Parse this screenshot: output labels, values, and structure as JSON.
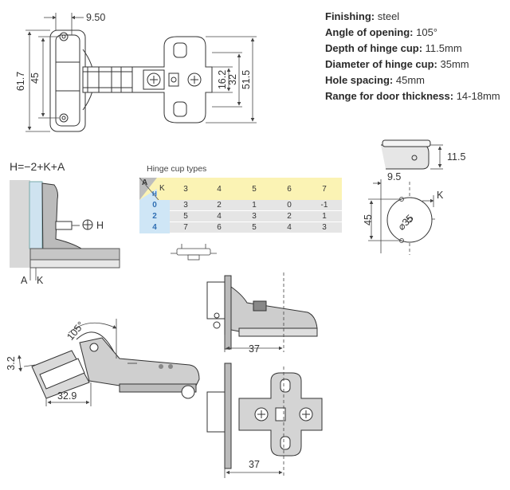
{
  "specs": {
    "finishing": {
      "label": "Finishing:",
      "value": "steel"
    },
    "angle": {
      "label": "Angle of opening:",
      "value": "105°"
    },
    "depth": {
      "label": "Depth of hinge cup:",
      "value": "11.5mm"
    },
    "diameter": {
      "label": "Diameter of hinge cup:",
      "value": "35mm"
    },
    "hole_spacing": {
      "label": "Hole spacing:",
      "value": "45mm"
    },
    "range": {
      "label": "Range for door thickness:",
      "value": "14-18mm"
    }
  },
  "top_drawing": {
    "width_top": "9.50",
    "height_left": "61.7",
    "hole_pitch": "45",
    "right_a": "16.2",
    "right_b": "32",
    "right_c": "51.5"
  },
  "formula": "H=−2+K+A",
  "side_labels": {
    "h": "H",
    "a": "A",
    "k": "K"
  },
  "table": {
    "title": "Hinge cup types",
    "corner_a": "A",
    "corner_k": "K",
    "corner_h": "H",
    "k_values": [
      "3",
      "4",
      "5",
      "6",
      "7"
    ],
    "rows": [
      {
        "h": "0",
        "values": [
          "3",
          "2",
          "1",
          "0",
          "-1"
        ]
      },
      {
        "h": "2",
        "values": [
          "5",
          "4",
          "3",
          "2",
          "1"
        ]
      },
      {
        "h": "4",
        "values": [
          "7",
          "6",
          "5",
          "4",
          "3"
        ]
      }
    ]
  },
  "cup_drawing": {
    "depth": "11.5",
    "offset": "9.5",
    "k": "K",
    "spacing": "45",
    "diameter": "⌀35"
  },
  "bottom_drawings": {
    "angle": "105°",
    "cup_offset": "3.2",
    "cup_width": "32.9",
    "mount_a": "37",
    "mount_b": "37"
  }
}
